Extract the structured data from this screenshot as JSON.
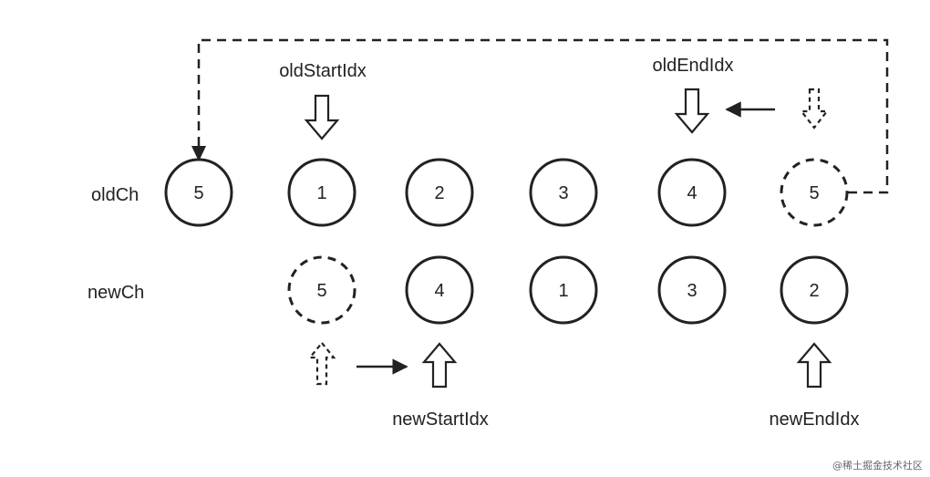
{
  "labels": {
    "old_row": "oldCh",
    "new_row": "newCh",
    "old_start": "oldStartIdx",
    "old_end": "oldEndIdx",
    "new_start": "newStartIdx",
    "new_end": "newEndIdx"
  },
  "old_children": [
    {
      "value": "5",
      "style": "solid"
    },
    {
      "value": "1",
      "style": "solid"
    },
    {
      "value": "2",
      "style": "solid"
    },
    {
      "value": "3",
      "style": "solid"
    },
    {
      "value": "4",
      "style": "solid"
    },
    {
      "value": "5",
      "style": "dashed"
    }
  ],
  "new_children": [
    {
      "value": "5",
      "style": "dashed"
    },
    {
      "value": "4",
      "style": "solid"
    },
    {
      "value": "1",
      "style": "solid"
    },
    {
      "value": "3",
      "style": "solid"
    },
    {
      "value": "2",
      "style": "solid"
    }
  ],
  "watermark": "@稀土掘金技术社区"
}
